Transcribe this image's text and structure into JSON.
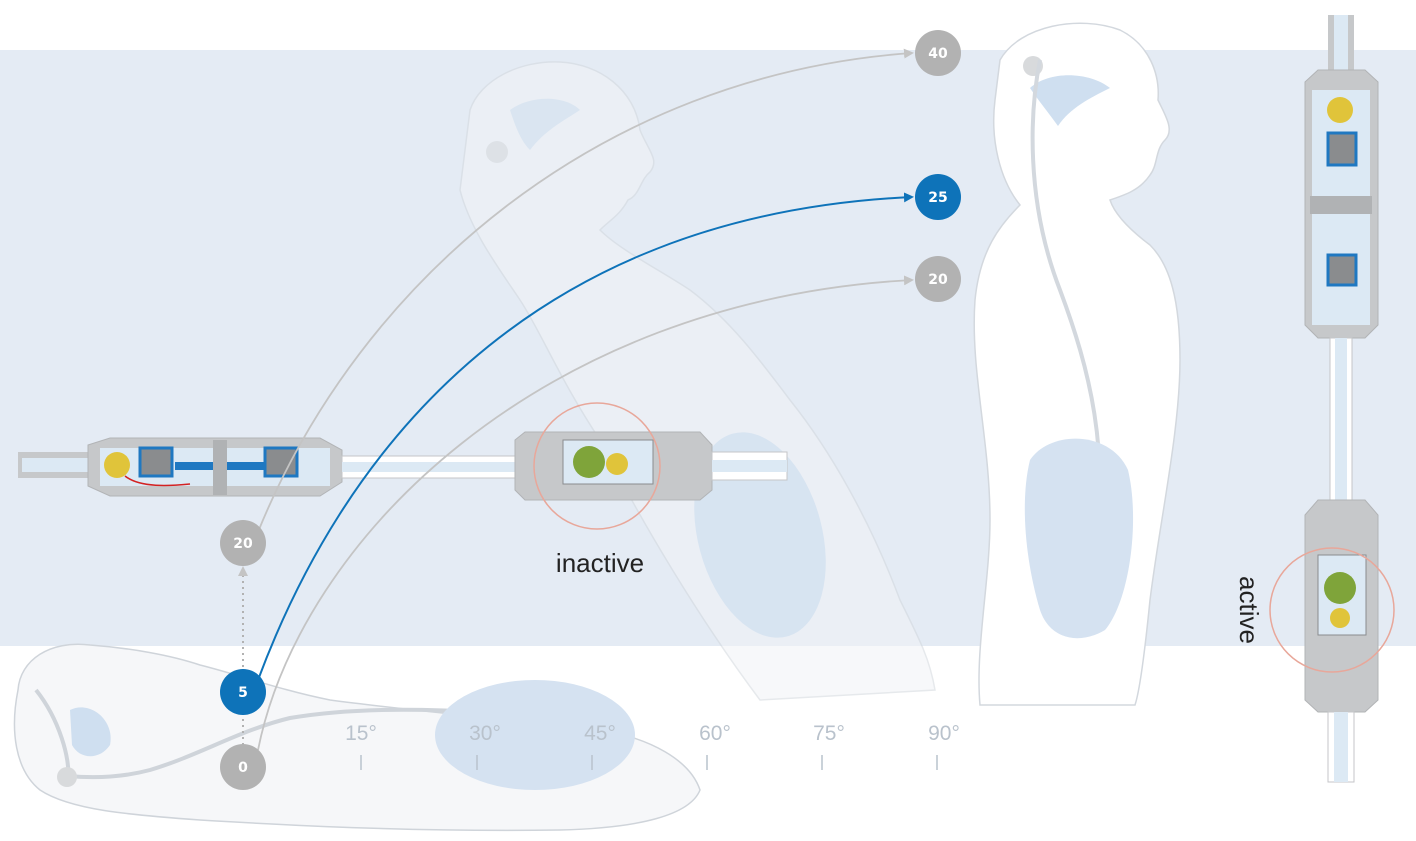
{
  "colors": {
    "band": "#e4ebf4",
    "blue": "#0e73b9",
    "grey_bubble": "#b2b2b2",
    "grey_line": "#c4c4c4",
    "silhouette": "#f1f3f6",
    "silhouette_line": "#c9ced4",
    "valve_body": "#c6c8ca",
    "valve_channel": "#dce9f4",
    "valve_blue": "#1f78c1",
    "ball_gold": "#e0c43a",
    "ball_green": "#7fa43a",
    "highlight_circle": "#e8a79a"
  },
  "pressure_bubbles": {
    "vertical_40": "40",
    "vertical_25": "25",
    "vertical_20": "20",
    "horizontal_20": "20",
    "horizontal_5": "5",
    "horizontal_0": "0"
  },
  "angle_labels": [
    "15°",
    "30°",
    "45°",
    "60°",
    "75°",
    "90°"
  ],
  "labels": {
    "inactive": "inactive",
    "active": "active"
  }
}
